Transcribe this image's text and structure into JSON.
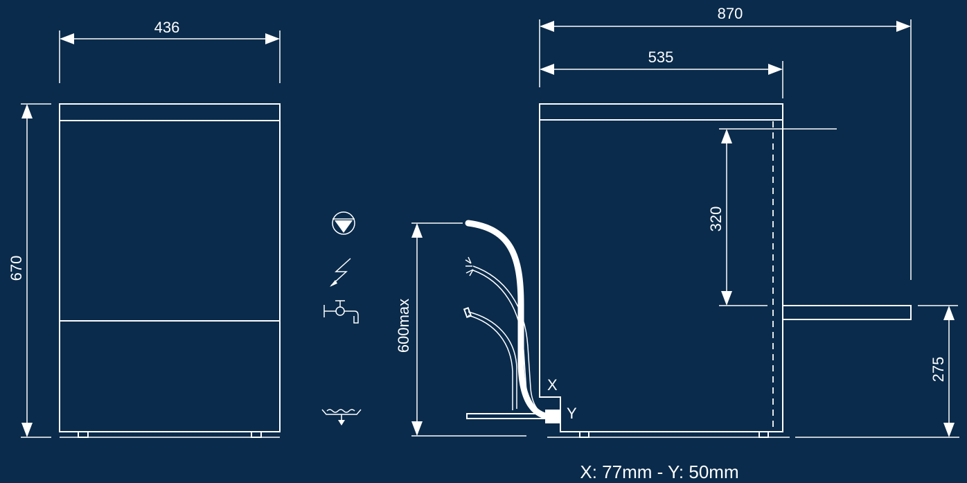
{
  "colors": {
    "background": "#0a2b4b",
    "stroke": "#ffffff"
  },
  "front_view": {
    "width_label": "436",
    "height_label": "670"
  },
  "side_view": {
    "overall_depth_label": "870",
    "body_depth_label": "535",
    "door_height_label": "320",
    "door_level_label": "275"
  },
  "connections": {
    "height_label": "600max",
    "x_label": "X",
    "y_label": "Y",
    "icons": [
      "drain-pump-icon",
      "electric-icon",
      "water-tap-icon",
      "floor-drain-icon"
    ]
  },
  "footer": {
    "caption": "X: 77mm - Y: 50mm"
  }
}
